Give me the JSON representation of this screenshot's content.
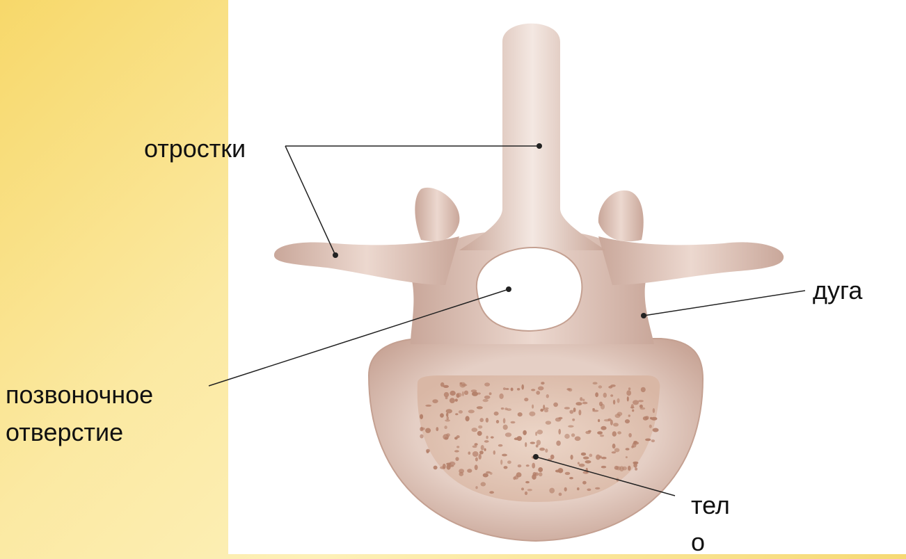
{
  "labels": {
    "processes": "отростки",
    "arch": "дуга",
    "foramen_line1": "позвоночное",
    "foramen_line2": "отверстие",
    "body_line1": "тел",
    "body_line2": "о"
  },
  "colors": {
    "background": "#f9e28c",
    "panel": "#ffffff",
    "bone": "#d8b8ab",
    "bone_dark": "#b99384",
    "spongy": "#e6c9b9",
    "pores": "#b37e68",
    "leader": "#222222"
  }
}
